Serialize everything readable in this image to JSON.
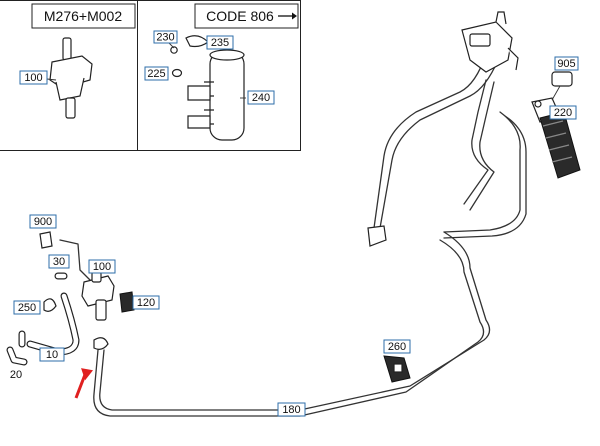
{
  "inset_left": {
    "header": "M276+M002"
  },
  "inset_right": {
    "header": "CODE 806"
  },
  "callouts": {
    "c100_inset": "100",
    "c230": "230",
    "c235": "235",
    "c225": "225",
    "c240": "240",
    "c905": "905",
    "c220": "220",
    "c900": "900",
    "c30": "30",
    "c100_main": "100",
    "c120": "120",
    "c250": "250",
    "c10": "10",
    "c20": "20",
    "c260": "260",
    "c180": "180"
  },
  "colors": {
    "callout_border": "#2d6ea8",
    "arrow": "#e02020"
  }
}
